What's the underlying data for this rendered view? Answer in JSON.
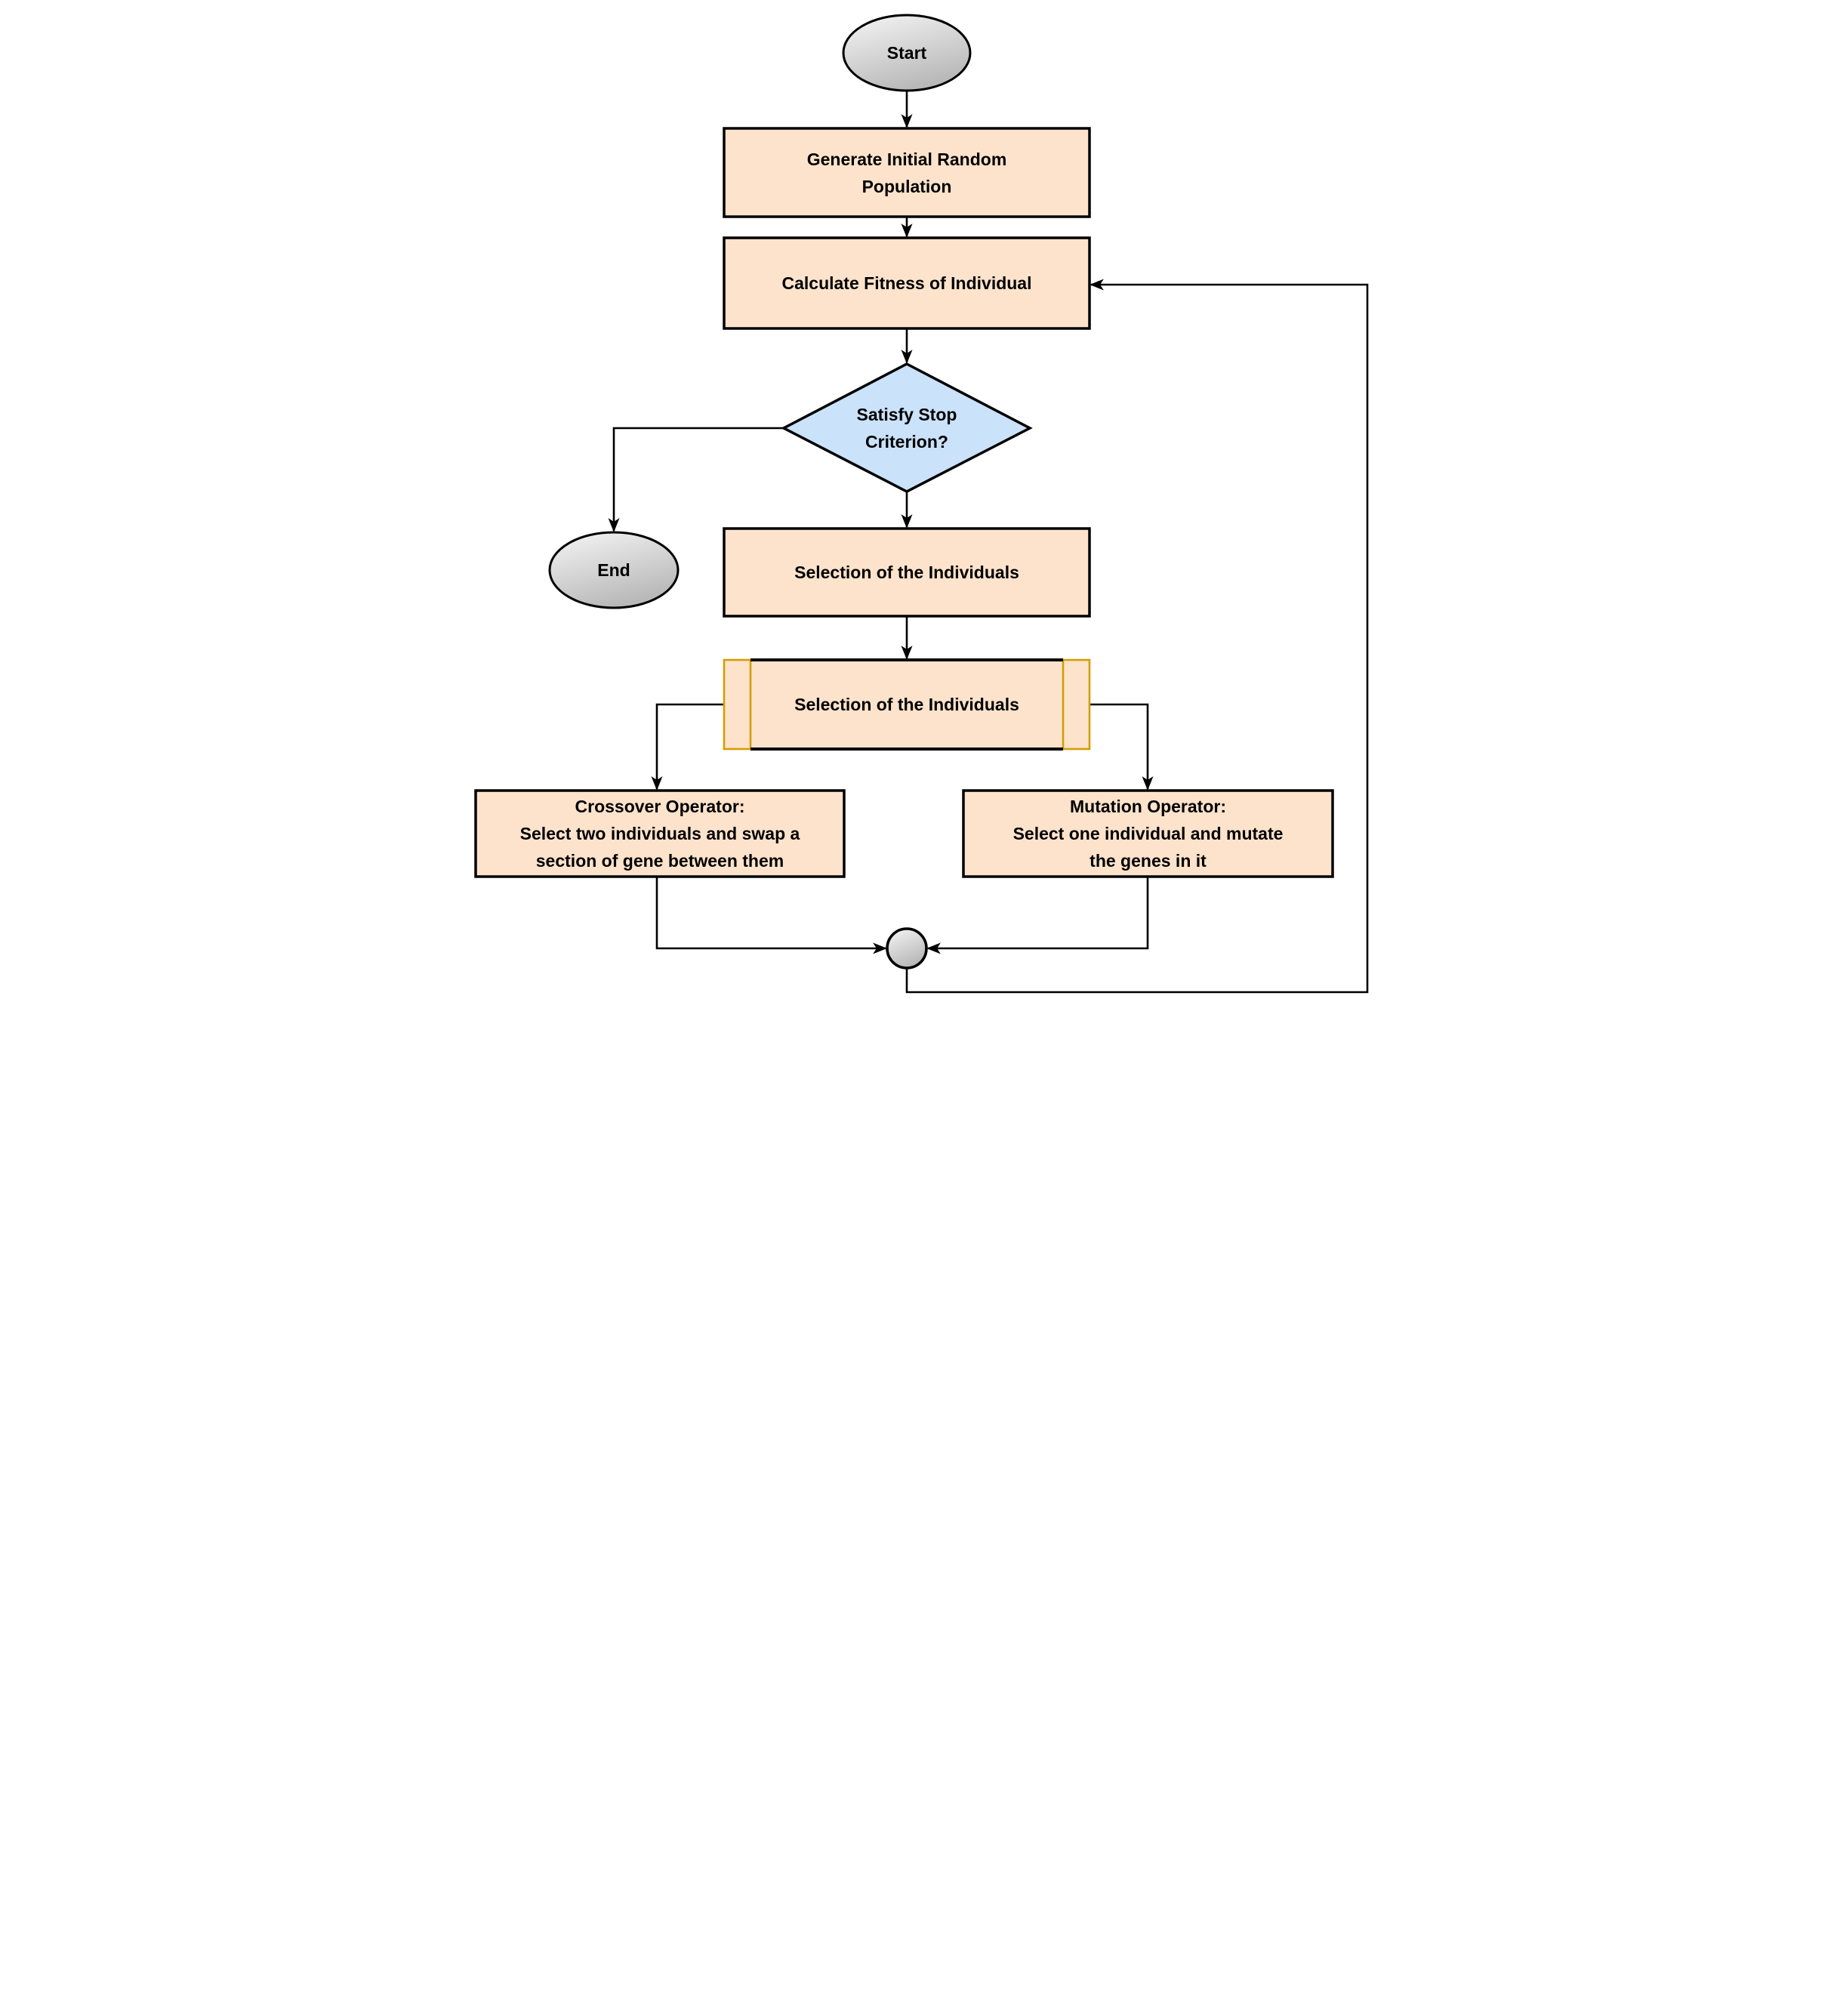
{
  "diagram": {
    "type": "flowchart",
    "subject": "genetic-algorithm-loop",
    "colors": {
      "background": "#FFFFFF",
      "process_fill": "#FDE3CB",
      "decision_fill": "#CAE2FA",
      "terminator_fill_top": "#F6F6F6",
      "terminator_fill_bottom": "#B9B9B9",
      "predefined_bar_outline": "#D29E04",
      "outline": "#000000",
      "text": "#000000"
    },
    "nodes": {
      "start": {
        "type": "terminator",
        "label": "Start"
      },
      "generate_population": {
        "type": "process",
        "lines": [
          "Generate Initial Random",
          "Population"
        ]
      },
      "calculate_fitness": {
        "type": "process",
        "lines": [
          "Calculate Fitness of Individual"
        ]
      },
      "stop_criterion": {
        "type": "decision",
        "lines": [
          "Satisfy Stop",
          "Criterion?"
        ]
      },
      "end": {
        "type": "terminator",
        "label": "End"
      },
      "selection_1": {
        "type": "process",
        "lines": [
          "Selection of the Individuals"
        ]
      },
      "selection_2": {
        "type": "predefined-process",
        "lines": [
          "Selection of the Individuals"
        ]
      },
      "crossover": {
        "type": "process",
        "lines": [
          "Crossover Operator:",
          "Select two individuals and swap a",
          "section of gene between them"
        ]
      },
      "mutation": {
        "type": "process",
        "lines": [
          "Mutation Operator:",
          "Select one individual and mutate",
          "the genes in it"
        ]
      },
      "join": {
        "type": "connector-circle",
        "label": ""
      }
    },
    "edges": [
      {
        "from": "start",
        "to": "generate_population"
      },
      {
        "from": "generate_population",
        "to": "calculate_fitness"
      },
      {
        "from": "calculate_fitness",
        "to": "stop_criterion"
      },
      {
        "from": "stop_criterion",
        "to": "end"
      },
      {
        "from": "stop_criterion",
        "to": "selection_1"
      },
      {
        "from": "selection_1",
        "to": "selection_2"
      },
      {
        "from": "selection_2",
        "to": "crossover"
      },
      {
        "from": "selection_2",
        "to": "mutation"
      },
      {
        "from": "crossover",
        "to": "join"
      },
      {
        "from": "mutation",
        "to": "join"
      },
      {
        "from": "join",
        "to": "calculate_fitness"
      }
    ]
  }
}
